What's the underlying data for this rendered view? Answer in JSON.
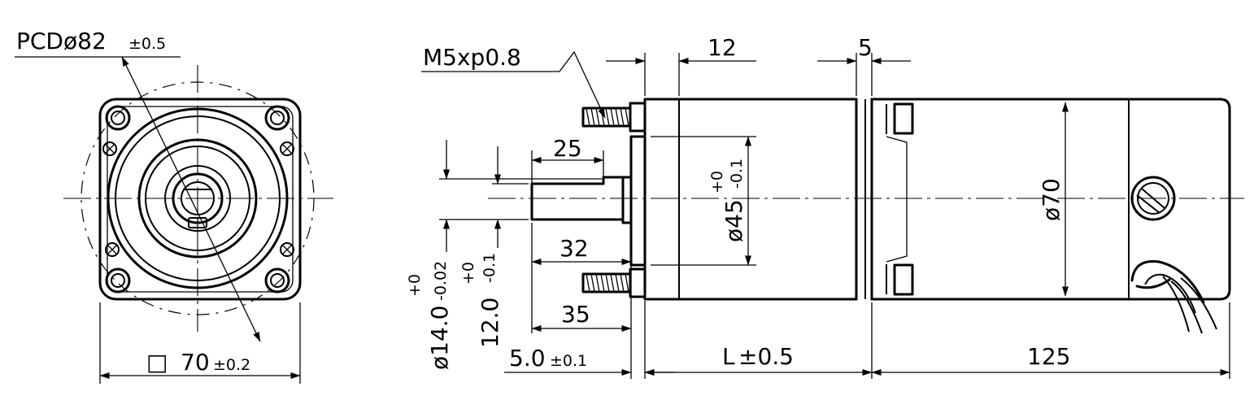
{
  "front_view": {
    "pcd_label": "PCDø82",
    "pcd_tolerance": "±0.5",
    "square_symbol": "□",
    "width_value": "70",
    "width_tolerance": "±0.2"
  },
  "side_view": {
    "thread_label": "M5xp0.8",
    "dim_12": "12",
    "dim_5": "5",
    "dim_25": "25",
    "dim_32": "32",
    "dim_35": "35",
    "pilot_dia_main": "ø45",
    "pilot_dia_tol_upper": "+0",
    "pilot_dia_tol_lower": "-0.1",
    "body_dia": "ø70",
    "shaft_dia_main": "ø14.0",
    "shaft_dia_tol_upper": "+0",
    "shaft_dia_tol_lower": "-0.02",
    "flat_main": "12.0",
    "flat_tol_upper": "+0",
    "flat_tol_lower": "-0.1",
    "pilot_len_main": "5.0",
    "pilot_len_tol": "±0.1",
    "length_main": "L",
    "length_tol": "±0.5",
    "dim_125": "125"
  }
}
